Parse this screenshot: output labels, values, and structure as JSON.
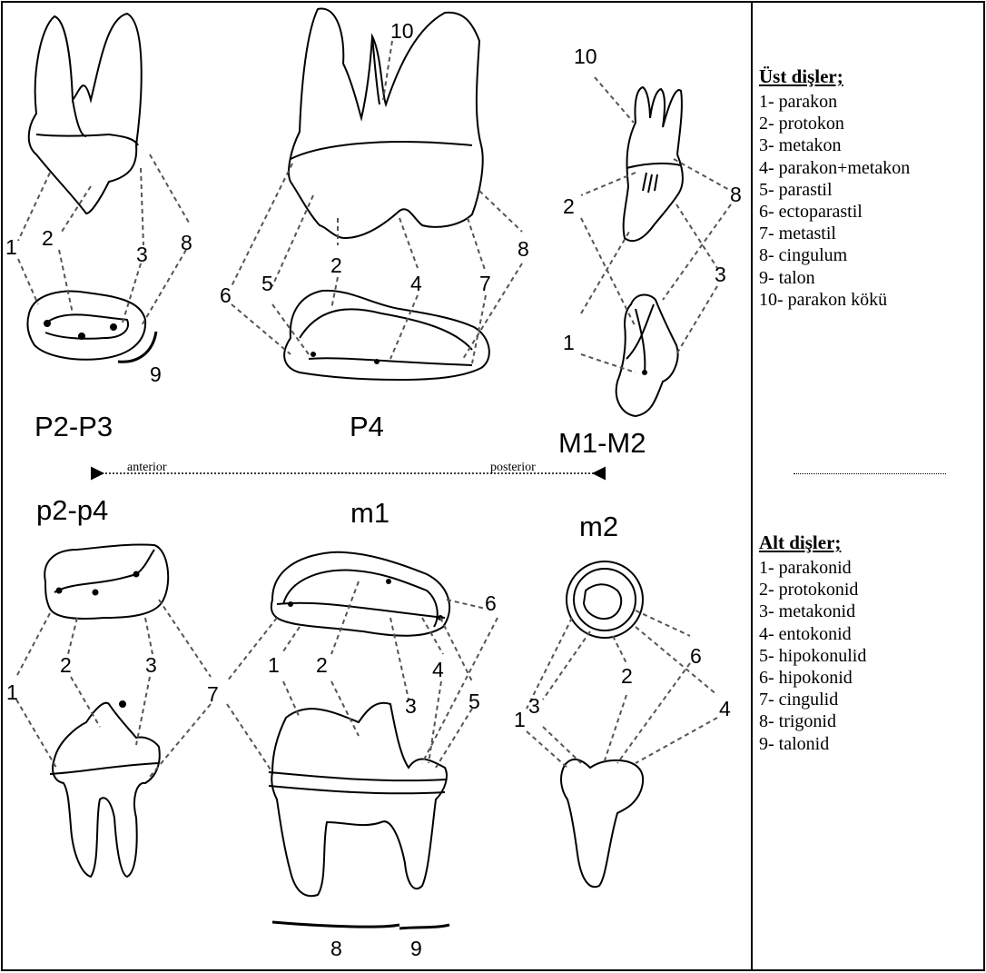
{
  "diagram": {
    "upper_groups": [
      {
        "id": "p2p3",
        "label": "P2-P3"
      },
      {
        "id": "p4",
        "label": "P4"
      },
      {
        "id": "m1m2",
        "label": "M1-M2"
      }
    ],
    "lower_groups": [
      {
        "id": "p2p4",
        "label": "p2-p4"
      },
      {
        "id": "m1",
        "label": "m1"
      },
      {
        "id": "m2",
        "label": "m2"
      }
    ],
    "direction": {
      "left": "anterior",
      "right": "posterior"
    },
    "callout_numbers": {
      "n1": "1",
      "n2": "2",
      "n3": "3",
      "n4": "4",
      "n5": "5",
      "n6": "6",
      "n7": "7",
      "n8": "8",
      "n9": "9",
      "n10": "10"
    }
  },
  "legend": {
    "upper": {
      "title": "Üst dişler;",
      "items": [
        "1- parakon",
        "2- protokon",
        "3- metakon",
        "4- parakon+metakon",
        "5- parastil",
        "6- ectoparastil",
        "7- metastil",
        "8- cingulum",
        "9- talon",
        "10- parakon kökü"
      ]
    },
    "lower": {
      "title": "Alt dişler;",
      "items": [
        "1- parakonid",
        "2- protokonid",
        "3- metakonid",
        "4- entokonid",
        "5- hipokonulid",
        "6- hipokonid",
        "7- cingulid",
        "8- trigonid",
        "9- talonid"
      ]
    }
  }
}
